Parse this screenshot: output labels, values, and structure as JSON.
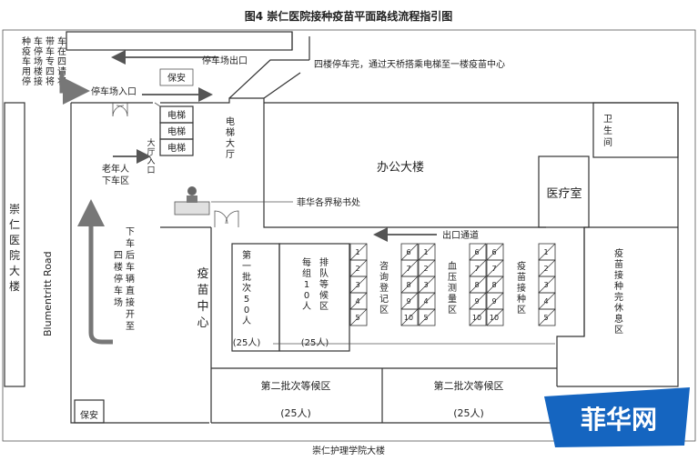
{
  "title": "图4 崇仁医院接种疫苗平面路线流程指引图",
  "footer": "崇仁护理学院大楼",
  "watermark": "菲华网",
  "road": "Blumentritt Road",
  "hospital": [
    "崇",
    "仁",
    "医",
    "院",
    "大",
    "楼"
  ],
  "left_note_cols": [
    [
      "种",
      "疫",
      "车",
      "用",
      "停"
    ],
    [
      "车",
      "停",
      "场",
      "楼",
      "接"
    ],
    [
      "带",
      "车",
      "专",
      "四",
      "将"
    ],
    [
      "车",
      "在",
      "四",
      "请",
      "将"
    ]
  ],
  "labels": {
    "parking_exit": "停车场出口",
    "guard_top": "保安",
    "guard_bottom": "保安",
    "parking_entry": "停车场入口",
    "fourth_floor_note": "四楼停车完，通过天桥搭乘电梯至一楼疫苗中心",
    "elevator": "电梯",
    "elevator_hall": [
      "电",
      "梯",
      "大",
      "厅"
    ],
    "lobby_entry": [
      "大",
      "厅",
      "入",
      "口"
    ],
    "elderly_drop": [
      "老年人",
      "下车区"
    ],
    "office": "办公大楼",
    "clinic": "医疗室",
    "toilet": [
      "卫",
      "生",
      "间"
    ],
    "secretariat": "菲华各界秘书处",
    "exit_passage": "出口通道",
    "drive_note_col1": [
      "下",
      "车",
      "后",
      "车",
      "辆",
      "直",
      "接",
      "开",
      "至"
    ],
    "drive_note_col2": [
      "四",
      "楼",
      "停",
      "车",
      "场"
    ],
    "vaccine_center": [
      "疫",
      "苗",
      "中",
      "心"
    ],
    "batch1": [
      "第",
      "一",
      "批",
      "次",
      "5",
      "0",
      "人"
    ],
    "batch1_count": "(25人)",
    "queue": [
      "排",
      "队",
      "等",
      "候",
      "区"
    ],
    "group": [
      "每",
      "组",
      "1",
      "0",
      "人"
    ],
    "queue_count": "(25人)",
    "consult": [
      "咨",
      "询",
      "登",
      "记",
      "区"
    ],
    "bp": [
      "血",
      "压",
      "测",
      "量",
      "区"
    ],
    "vaccination": [
      "疫",
      "苗",
      "接",
      "种",
      "区"
    ],
    "rest": [
      "疫",
      "苗",
      "接",
      "种",
      "完",
      "休",
      "息",
      "区"
    ],
    "batch2_a": "第二批次等候区",
    "batch2_b": "第二批次等候区",
    "batch2_count_a": "(25人)",
    "batch2_count_b": "(25人)"
  },
  "booth_numbers": {
    "consult_left": [
      "1",
      "2",
      "3",
      "4",
      "5"
    ],
    "consult_right": [
      "6",
      "7",
      "8",
      "9",
      "10"
    ],
    "bp_left": [
      "1",
      "2",
      "3",
      "4",
      "5"
    ],
    "bp_right": [
      "6",
      "7",
      "8",
      "9",
      "10"
    ],
    "vac_left": [
      "6",
      "7",
      "8",
      "9",
      "10"
    ],
    "vac_right": [
      "1",
      "2",
      "3",
      "4",
      "5"
    ]
  }
}
